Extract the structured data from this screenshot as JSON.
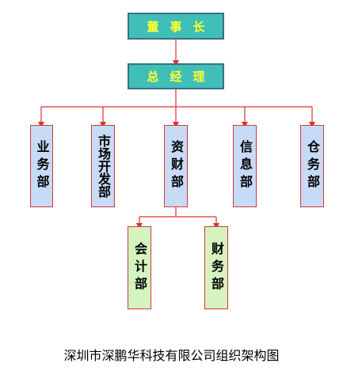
{
  "chart": {
    "ceo": "董事长",
    "gm": "总经理",
    "departments": [
      "业务部",
      "市场开发部",
      "资财部",
      "信息部",
      "仓务部"
    ],
    "sub_units": [
      "会计部",
      "财务部"
    ],
    "caption": "深圳市深鹏华科技有限公司组织架构图"
  },
  "colors": {
    "top_fill": "#3fbfb8",
    "top_text": "#ffff33",
    "dept_fill": "#c7daf6",
    "sub_fill": "#d4f3bf",
    "connector": "#e03030"
  }
}
